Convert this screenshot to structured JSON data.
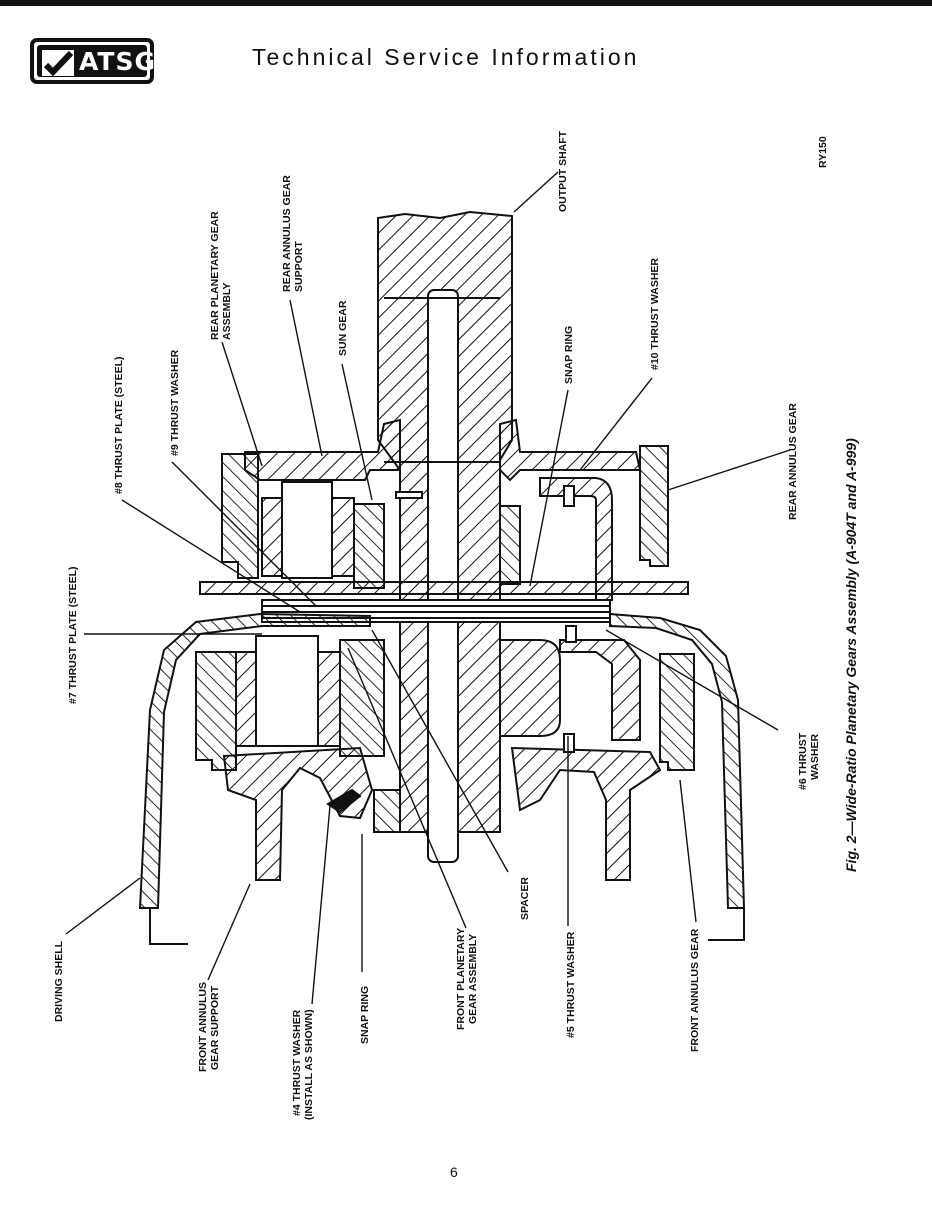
{
  "header": {
    "logo_text": "ATSG",
    "title": "Technical Service Information"
  },
  "figure": {
    "code": "RY150",
    "caption": "Fig. 2—Wide-Ratio Planetary Gears Assembly (A-904T and A-999)",
    "labels": {
      "output_shaft": "OUTPUT SHAFT",
      "rear_annulus_support_l1": "REAR ANNULUS GEAR",
      "rear_annulus_support_l2": "SUPPORT",
      "rear_planetary_l1": "REAR PLANETARY GEAR",
      "rear_planetary_l2": "ASSEMBLY",
      "sun_gear": "SUN GEAR",
      "thrust_washer_9": "#9 THRUST WASHER",
      "thrust_plate_8": "#8 THRUST PLATE (STEEL)",
      "thrust_plate_7": "#7 THRUST PLATE (STEEL)",
      "snap_ring_upper": "SNAP RING",
      "thrust_washer_10": "#10 THRUST WASHER",
      "rear_annulus_gear": "REAR ANNULUS GEAR",
      "thrust_washer_6_l1": "#6 THRUST",
      "thrust_washer_6_l2": "WASHER",
      "driving_shell": "DRIVING SHELL",
      "front_annulus_support_l1": "FRONT ANNULUS",
      "front_annulus_support_l2": "GEAR SUPPORT",
      "thrust_washer_4_l1": "#4 THRUST WASHER",
      "thrust_washer_4_l2": "(INSTALL AS SHOWN)",
      "snap_ring_lower": "SNAP RING",
      "front_planetary_l1": "FRONT PLANETARY",
      "front_planetary_l2": "GEAR ASSEMBLY",
      "spacer": "SPACER",
      "thrust_washer_5": "#5 THRUST WASHER",
      "front_annulus_gear": "FRONT ANNULUS GEAR"
    }
  },
  "page_number": "6"
}
